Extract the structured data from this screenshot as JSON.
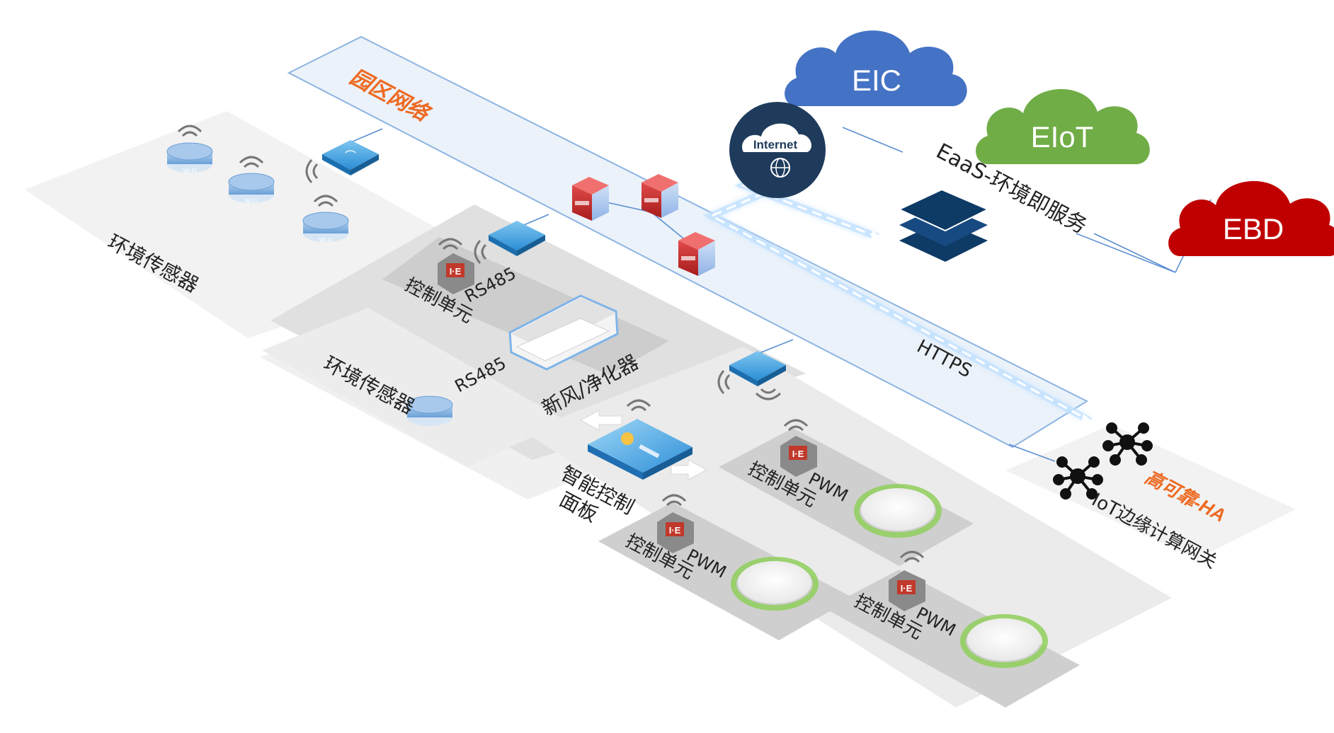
{
  "colors": {
    "eic": "#4472c4",
    "eiot": "#70ad47",
    "ebd": "#c00000",
    "campus_plane": "#e6eff9",
    "campus_border": "#8db4e2",
    "orange": "#ee6a21",
    "stack": "#0e3a66",
    "internet": "#1f3b5c",
    "lamp_ring": "#8fcf5a"
  },
  "campus": {
    "label": "园区网络"
  },
  "clouds": {
    "eic": "EIC",
    "eiot": "EIoT",
    "ebd": "EBD"
  },
  "eaas_label": "EaaS-环境即服务",
  "internet_label": "Internet",
  "https_label": "HTTPS",
  "ha_label": "高可靠-HA",
  "gateway_label": "IoT边缘计算网关",
  "left_zone": {
    "sensor_label": "环境传感器",
    "wifi_label": "Wi-Fi"
  },
  "middle_zone": {
    "control_unit": "控制单元",
    "rs485_top": "RS485",
    "rs485_bottom": "RS485",
    "sensor_label": "环境传感器",
    "fresh_air": "新风/净化器",
    "panel_line1": "智能控制",
    "panel_line2": "面板"
  },
  "lamp_zones": {
    "control_unit": "控制单元",
    "pwm": "PWM"
  }
}
